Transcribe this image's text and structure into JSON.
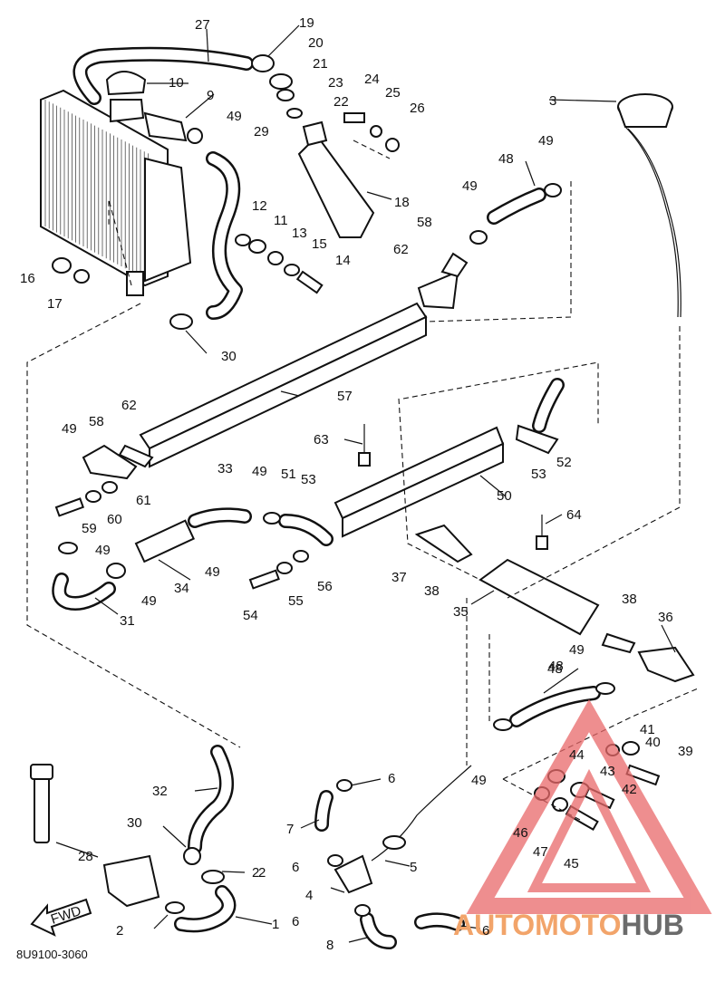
{
  "diagram": {
    "code": "8U9100-3060",
    "fwd_label": "FWD",
    "watermark": {
      "part1": "AUTOMOTO",
      "part2": "HUB",
      "color": "#e9696a"
    },
    "labels": [
      "1",
      "2",
      "3",
      "5",
      "6",
      "7",
      "8",
      "9",
      "10",
      "11",
      "12",
      "13",
      "14",
      "15",
      "16",
      "17",
      "18",
      "19",
      "20",
      "21",
      "22",
      "23",
      "24",
      "25",
      "26",
      "27",
      "28",
      "29",
      "30",
      "31",
      "32",
      "33",
      "34",
      "35",
      "36",
      "37",
      "38",
      "39",
      "40",
      "41",
      "42",
      "43",
      "44",
      "45",
      "46",
      "47",
      "48",
      "49",
      "50",
      "51",
      "52",
      "53",
      "54",
      "55",
      "56",
      "57",
      "58",
      "59",
      "60",
      "61",
      "62",
      "63",
      "64",
      "2",
      "4",
      "6",
      "30",
      "38",
      "48",
      "49",
      "53",
      "58",
      "62"
    ]
  }
}
